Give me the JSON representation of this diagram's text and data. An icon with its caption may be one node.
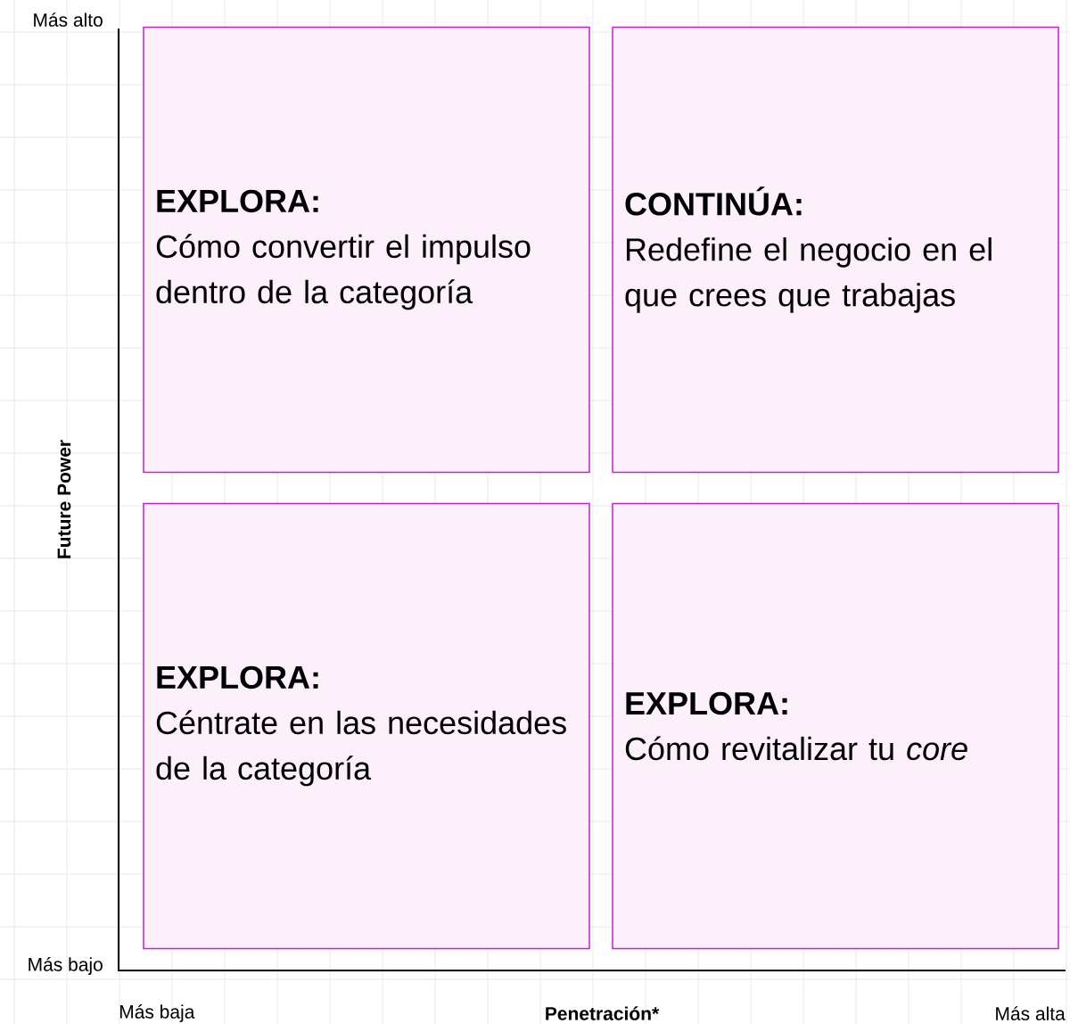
{
  "diagram": {
    "nodes": [
      {
        "text": [
          "EXPLORA:",
          "Cómo convertir el impulso dentro de la categoría"
        ]
      },
      {
        "text": [
          "CONTINÚA:",
          "Redefine el negocio en el que crees que trabajas"
        ]
      },
      {
        "text": [
          "EXPLORA:",
          "Céntrate en las necesidades de la categoría"
        ]
      },
      {
        "text": [
          "EXPLORA:",
          "Cómo revitalizar tu *core*"
        ]
      }
    ],
    "labels": [
      "Más alto",
      "Future Power",
      "Más bajo",
      "Más baja",
      "Penetración*",
      "Más alta"
    ]
  }
}
